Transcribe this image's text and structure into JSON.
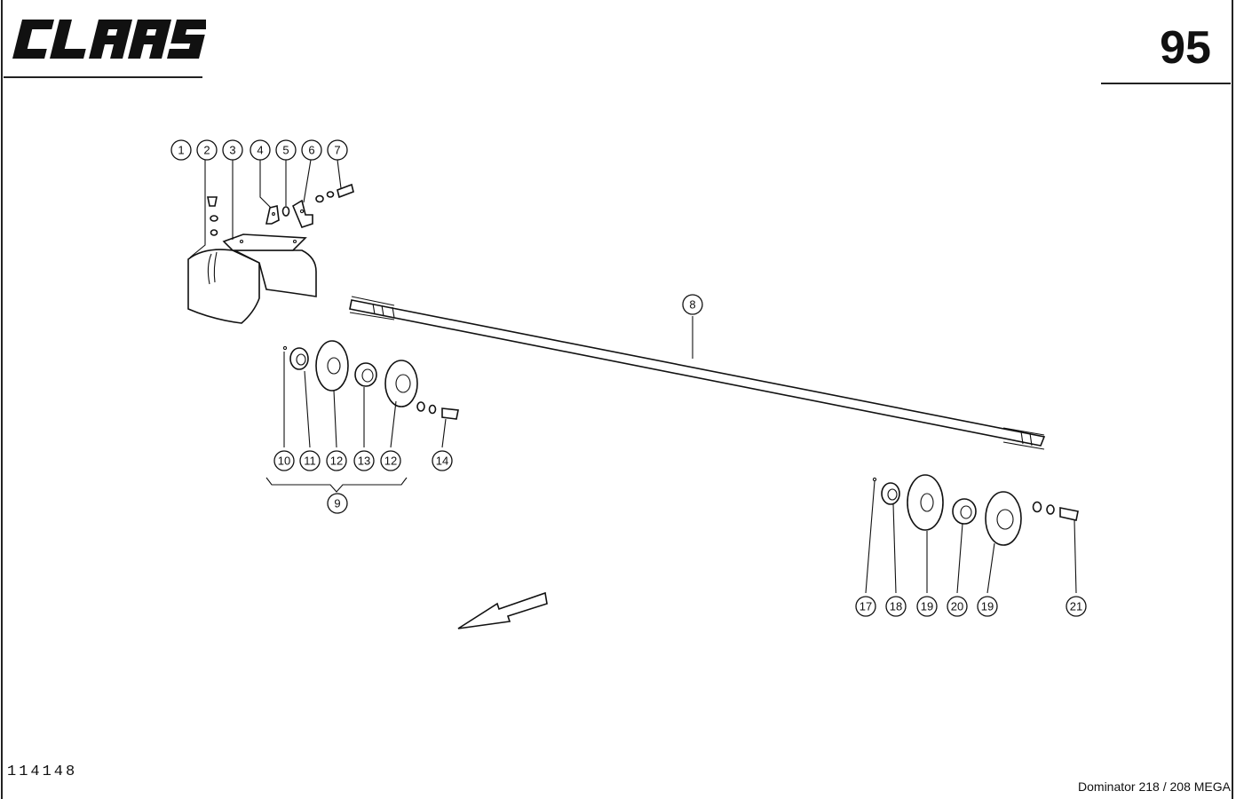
{
  "header": {
    "brand": "CLAAS",
    "page_number": "95"
  },
  "footer": {
    "document_id": "114148",
    "model": "Dominator 218 / 208 MEGA"
  },
  "callouts": [
    {
      "id": "c1",
      "label": "1"
    },
    {
      "id": "c2",
      "label": "2"
    },
    {
      "id": "c3",
      "label": "3"
    },
    {
      "id": "c4",
      "label": "4"
    },
    {
      "id": "c5",
      "label": "5"
    },
    {
      "id": "c6",
      "label": "6"
    },
    {
      "id": "c7",
      "label": "7"
    },
    {
      "id": "c8",
      "label": "8"
    },
    {
      "id": "c9",
      "label": "9"
    },
    {
      "id": "c10",
      "label": "10"
    },
    {
      "id": "c11",
      "label": "11"
    },
    {
      "id": "c12a",
      "label": "12"
    },
    {
      "id": "c13",
      "label": "13"
    },
    {
      "id": "c12b",
      "label": "12"
    },
    {
      "id": "c14",
      "label": "14"
    },
    {
      "id": "c17",
      "label": "17"
    },
    {
      "id": "c18",
      "label": "18"
    },
    {
      "id": "c19a",
      "label": "19"
    },
    {
      "id": "c20",
      "label": "20"
    },
    {
      "id": "c19b",
      "label": "19"
    },
    {
      "id": "c21",
      "label": "21"
    }
  ],
  "icons": {
    "logo": "claas-logo",
    "direction": "direction-arrow-icon"
  }
}
